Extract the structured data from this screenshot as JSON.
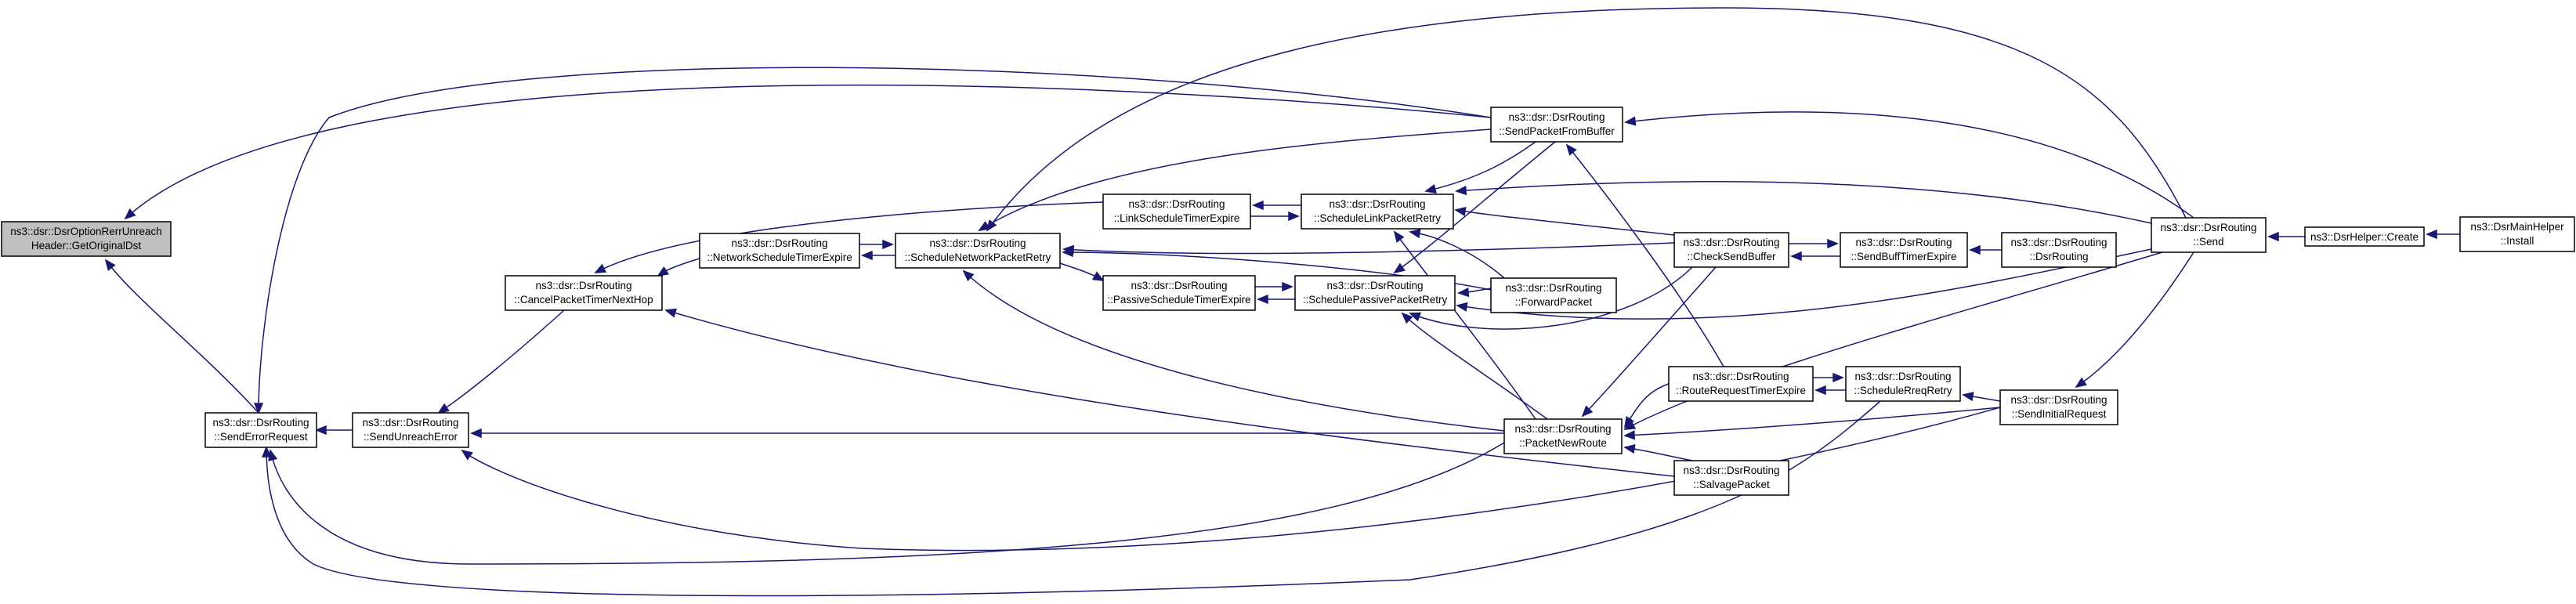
{
  "nodes": {
    "origdst": {
      "line1": "ns3::dsr::DsrOptionRerrUnreach",
      "line2": "Header::GetOriginalDst",
      "color": "#bfbfbf"
    },
    "senderr": {
      "line1": "ns3::dsr::DsrRouting",
      "line2": "::SendErrorRequest"
    },
    "sendunreach": {
      "line1": "ns3::dsr::DsrRouting",
      "line2": "::SendUnreachError"
    },
    "cancel": {
      "line1": "ns3::dsr::DsrRouting",
      "line2": "::CancelPacketTimerNextHop"
    },
    "netsched": {
      "line1": "ns3::dsr::DsrRouting",
      "line2": "::NetworkScheduleTimerExpire"
    },
    "schednet": {
      "line1": "ns3::dsr::DsrRouting",
      "line2": "::ScheduleNetworkPacketRetry"
    },
    "linksched": {
      "line1": "ns3::dsr::DsrRouting",
      "line2": "::LinkScheduleTimerExpire"
    },
    "passsched": {
      "line1": "ns3::dsr::DsrRouting",
      "line2": "::PassiveScheduleTimerExpire"
    },
    "schedlink": {
      "line1": "ns3::dsr::DsrRouting",
      "line2": "::ScheduleLinkPacketRetry"
    },
    "schedpass": {
      "line1": "ns3::dsr::DsrRouting",
      "line2": "::SchedulePassivePacketRetry"
    },
    "sendbuf": {
      "line1": "ns3::dsr::DsrRouting",
      "line2": "::SendPacketFromBuffer"
    },
    "fwd": {
      "line1": "ns3::dsr::DsrRouting",
      "line2": "::ForwardPacket"
    },
    "pnr": {
      "line1": "ns3::dsr::DsrRouting",
      "line2": "::PacketNewRoute"
    },
    "salvage": {
      "line1": "ns3::dsr::DsrRouting",
      "line2": "::SalvagePacket"
    },
    "checkbuf": {
      "line1": "ns3::dsr::DsrRouting",
      "line2": "::CheckSendBuffer"
    },
    "rreq": {
      "line1": "ns3::dsr::DsrRouting",
      "line2": "::RouteRequestTimerExpire"
    },
    "sendbufftimer": {
      "line1": "ns3::dsr::DsrRouting",
      "line2": "::SendBuffTimerExpire"
    },
    "schedrreq": {
      "line1": "ns3::dsr::DsrRouting",
      "line2": "::ScheduleRreqRetry"
    },
    "ctor": {
      "line1": "ns3::dsr::DsrRouting",
      "line2": "::DsrRouting"
    },
    "sendinit": {
      "line1": "ns3::dsr::DsrRouting",
      "line2": "::SendInitialRequest"
    },
    "send": {
      "line1": "ns3::dsr::DsrRouting",
      "line2": "::Send"
    },
    "create": {
      "line1": "ns3::DsrHelper::Create",
      "line2": ""
    },
    "install": {
      "line1": "ns3::DsrMainHelper",
      "line2": "::Install"
    }
  },
  "edges": [
    {
      "from": "senderr",
      "to": "origdst"
    },
    {
      "from": "sendbuf",
      "to": "origdst"
    },
    {
      "from": "sendunreach",
      "to": "senderr"
    },
    {
      "from": "sendbuf",
      "to": "senderr"
    },
    {
      "from": "pnr",
      "to": "senderr"
    },
    {
      "from": "schedrreq",
      "to": "senderr"
    },
    {
      "from": "cancel",
      "to": "sendunreach"
    },
    {
      "from": "pnr",
      "to": "sendunreach"
    },
    {
      "from": "sendinit",
      "to": "sendunreach"
    },
    {
      "from": "netsched",
      "to": "cancel"
    },
    {
      "from": "linksched",
      "to": "cancel"
    },
    {
      "from": "salvage",
      "to": "cancel"
    },
    {
      "from": "schednet",
      "to": "netsched"
    },
    {
      "from": "netsched",
      "to": "schednet"
    },
    {
      "from": "sendbuf",
      "to": "schednet"
    },
    {
      "from": "send",
      "to": "schednet"
    },
    {
      "from": "fwd",
      "to": "schednet"
    },
    {
      "from": "checkbuf",
      "to": "schednet"
    },
    {
      "from": "pnr",
      "to": "schednet"
    },
    {
      "from": "schedlink",
      "to": "linksched"
    },
    {
      "from": "linksched",
      "to": "schedlink"
    },
    {
      "from": "schedpass",
      "to": "passsched"
    },
    {
      "from": "passsched",
      "to": "schedpass"
    },
    {
      "from": "schednet",
      "to": "passsched"
    },
    {
      "from": "sendbuf",
      "to": "schedlink"
    },
    {
      "from": "send",
      "to": "schedlink"
    },
    {
      "from": "fwd",
      "to": "schedlink"
    },
    {
      "from": "checkbuf",
      "to": "schedlink"
    },
    {
      "from": "pnr",
      "to": "schedlink"
    },
    {
      "from": "sendbuf",
      "to": "schedpass"
    },
    {
      "from": "fwd",
      "to": "schedpass"
    },
    {
      "from": "checkbuf",
      "to": "schedpass"
    },
    {
      "from": "send",
      "to": "schedpass"
    },
    {
      "from": "pnr",
      "to": "schedpass"
    },
    {
      "from": "send",
      "to": "sendbuf"
    },
    {
      "from": "rreq",
      "to": "sendbuf"
    },
    {
      "from": "checkbuf",
      "to": "pnr"
    },
    {
      "from": "send",
      "to": "pnr"
    },
    {
      "from": "rreq",
      "to": "pnr"
    },
    {
      "from": "salvage",
      "to": "pnr"
    },
    {
      "from": "sendinit",
      "to": "pnr"
    },
    {
      "from": "sendbufftimer",
      "to": "checkbuf"
    },
    {
      "from": "checkbuf",
      "to": "sendbufftimer"
    },
    {
      "from": "ctor",
      "to": "sendbufftimer"
    },
    {
      "from": "rreq",
      "to": "schedrreq"
    },
    {
      "from": "schedrreq",
      "to": "rreq"
    },
    {
      "from": "sendinit",
      "to": "schedrreq"
    },
    {
      "from": "send",
      "to": "sendinit"
    },
    {
      "from": "create",
      "to": "send"
    },
    {
      "from": "install",
      "to": "create"
    }
  ],
  "colors": {
    "edge": "#191970",
    "node_border": "#000000",
    "node_fill": "#ffffff"
  }
}
